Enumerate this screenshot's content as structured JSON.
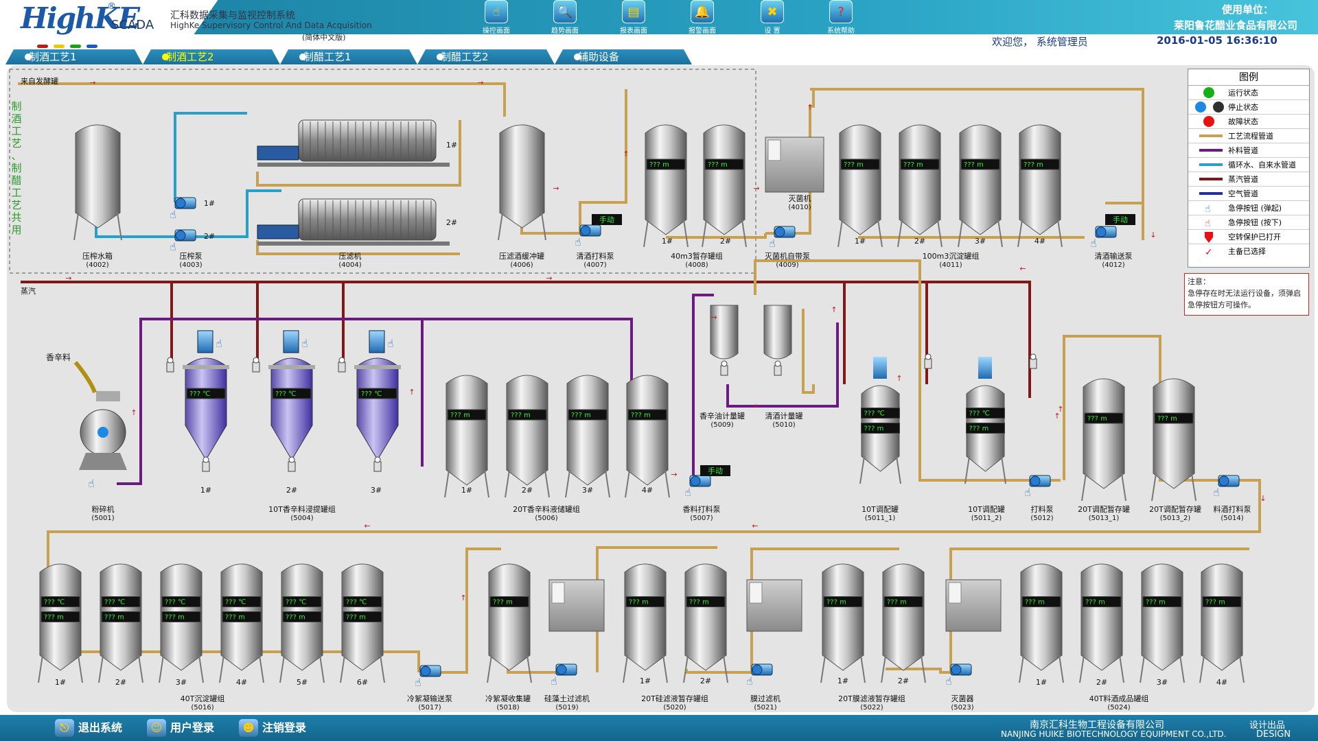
{
  "header": {
    "logo_main": "HighKE",
    "logo_reg": "®",
    "scada": "SCADA",
    "cn_title": "汇科数据采集与监视控制系统",
    "en_title": "HighKe Supervisory Control And Data Acquisition",
    "edition": "(简体中文版)",
    "unit_label": "使用单位：",
    "unit_name": "莱阳鲁花醋业食品有限公司",
    "welcome": "欢迎您，  系统管理员",
    "datetime": "2016-01-05   16:36:10"
  },
  "toolbar": [
    {
      "label": "操控画面",
      "icon": "hand-pointer-icon"
    },
    {
      "label": "趋势画面",
      "icon": "magnifier-icon"
    },
    {
      "label": "报表画面",
      "icon": "report-icon"
    },
    {
      "label": "报警画面",
      "icon": "alarm-bell-icon"
    },
    {
      "label": "设    置",
      "icon": "settings-tools-icon"
    },
    {
      "label": "系统帮助",
      "icon": "help-icon"
    }
  ],
  "tabs": [
    {
      "label": "制酒工艺1",
      "active": false
    },
    {
      "label": "制酒工艺2",
      "active": true
    },
    {
      "label": "制醋工艺1",
      "active": false
    },
    {
      "label": "制醋工艺2",
      "active": false
    },
    {
      "label": "辅助设备",
      "active": false
    }
  ],
  "legend": {
    "title": "图例",
    "items": [
      "运行状态",
      "停止状态",
      "故障状态",
      "工艺流程管道",
      "补料管道",
      "循环水、自来水管道",
      "蒸汽管道",
      "空气管道",
      "急停按钮 (弹起)",
      "急停按钮 (按下)",
      "空转保护已打开",
      "主备已选择"
    ]
  },
  "note": {
    "title": "注意：",
    "text": "急停存在时无法运行设备，须弹启急停按钮方可操作。"
  },
  "colors": {
    "process": "#c8a052",
    "feed": "#6a1a80",
    "water": "#2aa0c8",
    "steam": "#801818",
    "air": "#2030a0",
    "running": "#16b016",
    "stopped_blue": "#1e88e6",
    "stopped_dark": "#303030",
    "fault": "#e81010"
  },
  "readings": {
    "temp": "???  ℃",
    "level": "???  m"
  },
  "pump_mode": "手动",
  "diagram": {
    "source_label": "来自发酵罐",
    "steam_label": "蒸汽",
    "section_label": "制酒工艺、制醋工艺共用",
    "spice_label": "香辛料",
    "pump_nums": [
      "1#",
      "2#"
    ],
    "press_nums": [
      "1#",
      "2#"
    ],
    "n4002": "压榨水箱",
    "c4002": "(4002)",
    "n4003": "压榨泵",
    "c4003": "(4003)",
    "n4004": "压滤机",
    "c4004": "(4004)",
    "n4006": "压滤酒缓冲罐",
    "c4006": "(4006)",
    "n4007": "清酒打料泵",
    "c4007": "(4007)",
    "n4008": "40m3暂存罐组",
    "c4008": "(4008)",
    "n4010": "灭菌机",
    "c4010": "(4010)",
    "n4009": "灭菌机自带泵",
    "c4009": "(4009)",
    "n4011": "100m3沉淀罐组",
    "c4011": "(4011)",
    "n4012": "清酒输送泵",
    "c4012": "(4012)",
    "n5001": "粉碎机",
    "c5001": "(5001)",
    "n5004": "10T香辛料浸提罐组",
    "c5004": "(5004)",
    "n5006": "20T香辛料液储罐组",
    "c5006": "(5006)",
    "n5007": "香料打料泵",
    "c5007": "(5007)",
    "n5009": "香辛油计量罐",
    "c5009": "(5009)",
    "n5010": "清酒计量罐",
    "c5010": "(5010)",
    "n5011a": "10T调配罐",
    "c5011a": "(5011_1)",
    "n5011b": "10T调配罐",
    "c5011b": "(5011_2)",
    "n5012": "打料泵",
    "c5012": "(5012)",
    "n5013a": "20T调配暂存罐",
    "c5013a": "(5013_1)",
    "n5013b": "20T调配暂存罐",
    "c5013b": "(5013_2)",
    "n5014": "料酒打料泵",
    "c5014": "(5014)",
    "n5016": "40T沉淀罐组",
    "c5016": "(5016)",
    "n5017": "冷絮凝输送泵",
    "c5017": "(5017)",
    "n5018": "冷絮凝收集罐",
    "c5018": "(5018)",
    "n5019": "硅藻土过滤机",
    "c5019": "(5019)",
    "n5020": "20T硅滤液暂存罐组",
    "c5020": "(5020)",
    "n5021": "膜过滤机",
    "c5021": "(5021)",
    "n5022": "20T膜滤液暂存罐组",
    "c5022": "(5022)",
    "n5023": "灭菌器",
    "c5023": "(5023)",
    "n5024": "40T料酒成品罐组",
    "c5024": "(5024)",
    "t1": "1#",
    "t2": "2#",
    "t3": "3#",
    "t4": "4#",
    "t5": "5#",
    "t6": "6#"
  },
  "footer": {
    "logout": "退出系统",
    "user_login": "用户登录",
    "cancel_login": "注销登录",
    "company_cn": "南京汇科生物工程设备有限公司",
    "company_en": "NANJING HUIKE BIOTECHNOLOGY EQUIPMENT CO.,LTD.",
    "design1": "设计出品",
    "design2": "DESIGN"
  }
}
